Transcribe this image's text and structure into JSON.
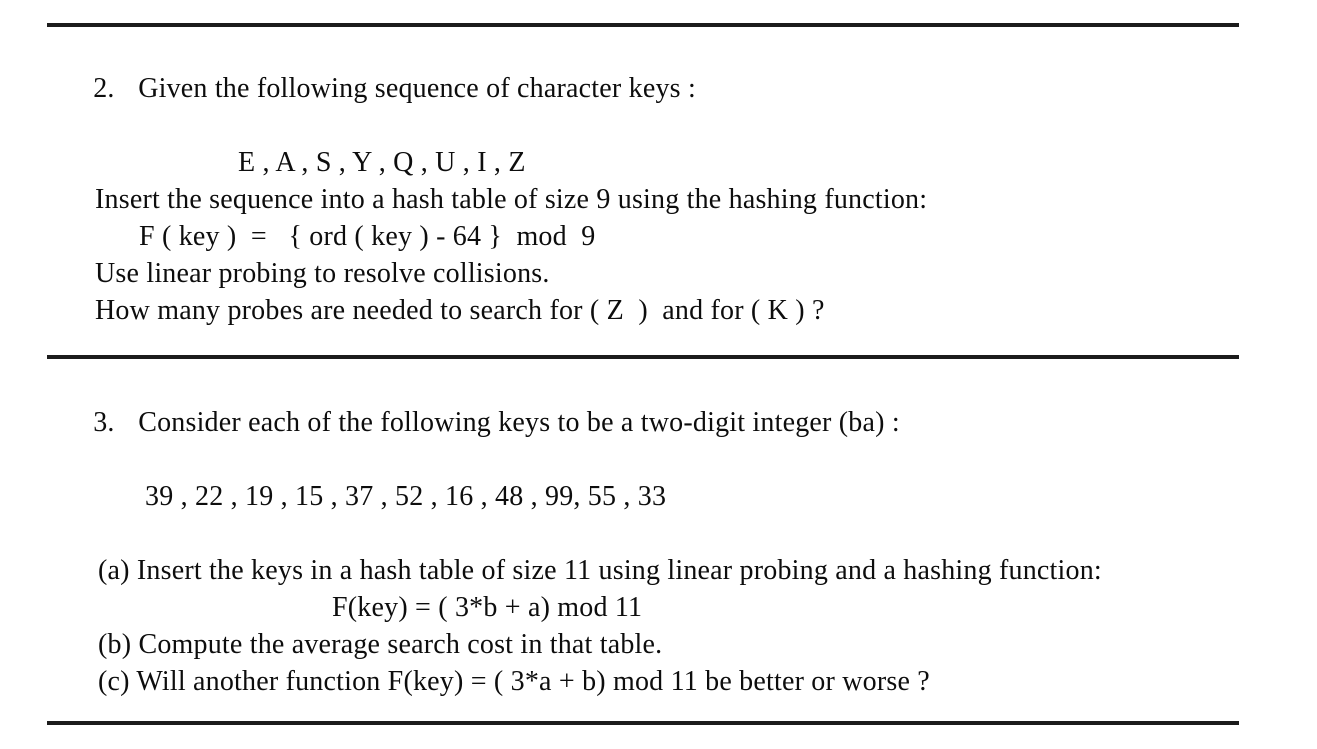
{
  "theme": {
    "background_color": "#ffffff",
    "ink_color": "#0d0d0d",
    "rule_color": "#1c1c1c"
  },
  "question2": {
    "number": "2.",
    "intro": "Given the following sequence of character keys :",
    "sequence": "E , A , S , Y , Q , U , I , Z",
    "insert_line": "Insert the sequence into a hash table of size 9 using the hashing function:",
    "formula": "F ( key )  =   { ord ( key ) - 64 }  mod  9",
    "probing_line": "Use linear probing to resolve collisions.",
    "search_line": "How many probes are needed to search for ( Z  )  and for ( K ) ?"
  },
  "question3": {
    "number": "3.",
    "intro": "Consider each of the following keys to be a two-digit integer (ba) :",
    "keys": "39 , 22 , 19 , 15 , 37 , 52 , 16 , 48 , 99, 55 , 33",
    "part_a": "(a) Insert the keys in a hash table of size 11 using linear probing and a hashing function:",
    "formula_a": "F(key) = ( 3*b + a) mod 11",
    "part_b": "(b) Compute the average search cost in that table.",
    "part_c": "(c) Will another function F(key) = ( 3*a + b) mod 11 be better or worse ?"
  }
}
